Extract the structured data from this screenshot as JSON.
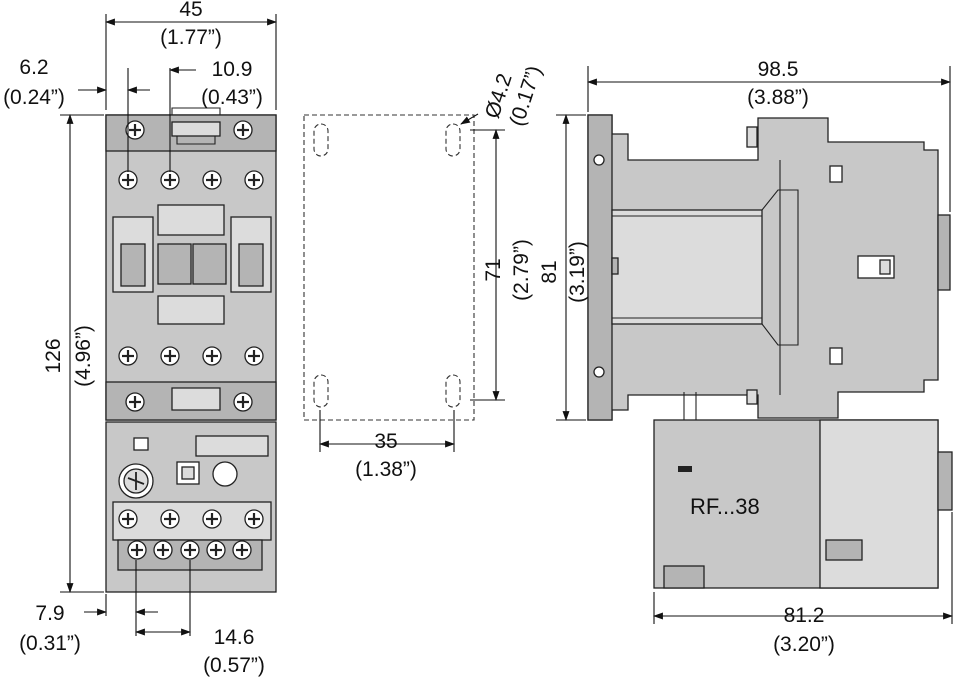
{
  "front_view": {
    "width_mm": "45",
    "width_in": "(1.77”)",
    "offset_left_mm": "6.2",
    "offset_left_in": "(0.24”)",
    "terminal_pitch_mm": "10.9",
    "terminal_pitch_in": "(0.43”)",
    "height_mm": "126",
    "height_in": "(4.96”)",
    "bottom_offset_mm": "7.9",
    "bottom_offset_in": "(0.31”)",
    "bottom_pitch_mm": "14.6",
    "bottom_pitch_in": "(0.57”)"
  },
  "mounting": {
    "hole_dia_mm": "Ø4.2",
    "hole_dia_in": "(0.17”)",
    "vertical_mm": "71",
    "vertical_in": "(2.79”)",
    "horizontal_mm": "35",
    "horizontal_in": "(1.38”)"
  },
  "side_view": {
    "depth_mm": "98.5",
    "depth_in": "(3.88”)",
    "height_mm": "81",
    "height_in": "(3.19”)",
    "relay_depth_mm": "81.2",
    "relay_depth_in": "(3.20”)",
    "relay_label": "RF...38"
  },
  "colors": {
    "body": "#c8c8c8",
    "dark": "#b4b4b4",
    "line": "#222222"
  }
}
